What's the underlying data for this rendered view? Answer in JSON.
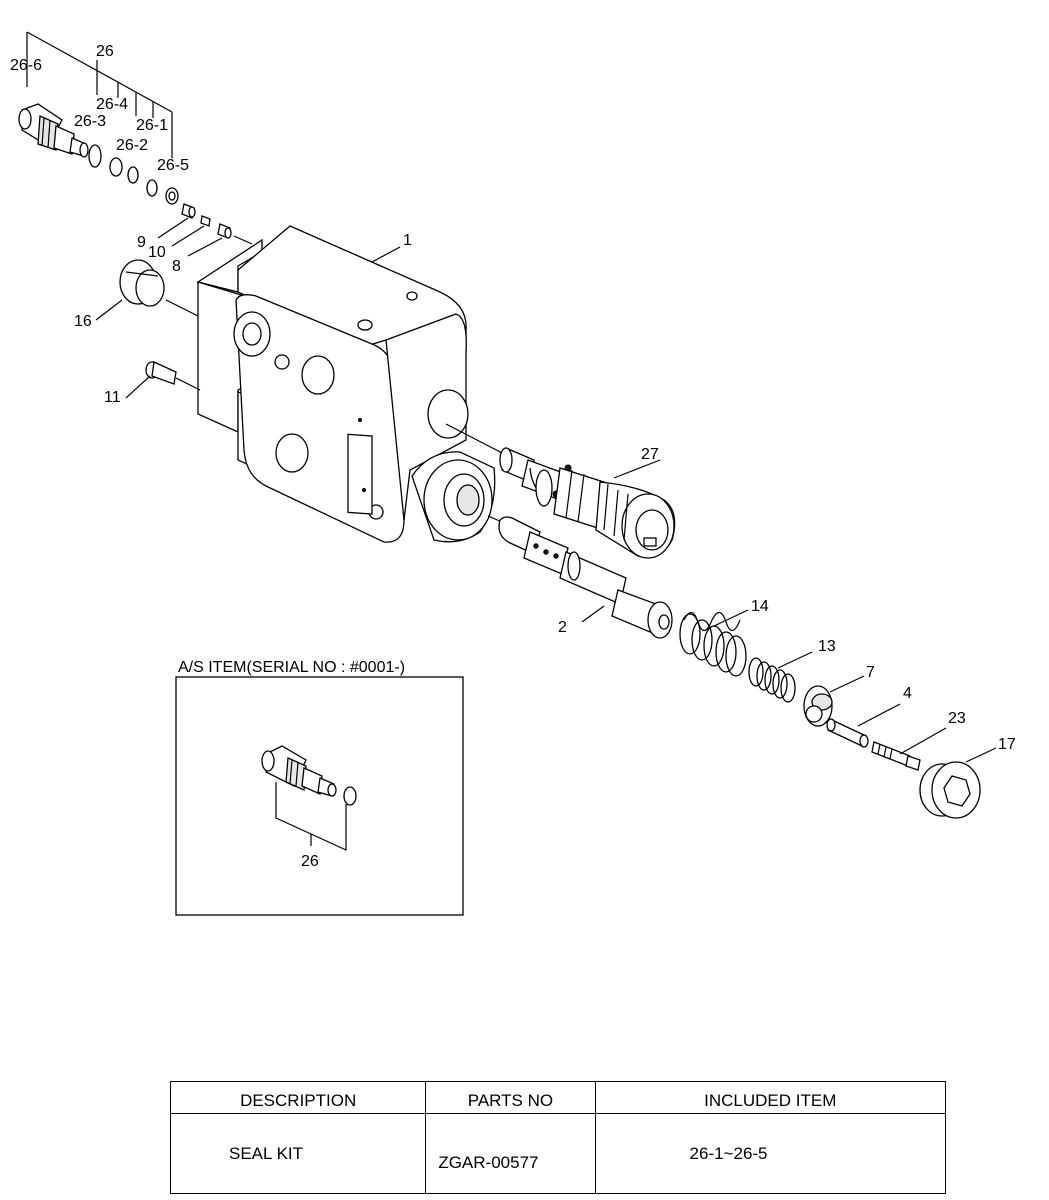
{
  "callouts": {
    "c26": "26",
    "c26_6": "26-6",
    "c26_4": "26-4",
    "c26_3": "26-3",
    "c26_1": "26-1",
    "c26_2": "26-2",
    "c26_5": "26-5",
    "c9": "9",
    "c10": "10",
    "c8": "8",
    "c1": "1",
    "c16": "16",
    "c11": "11",
    "c27": "27",
    "c2": "2",
    "c14": "14",
    "c13": "13",
    "c7": "7",
    "c4": "4",
    "c23": "23",
    "c17": "17"
  },
  "as_item": {
    "title": "A/S ITEM(SERIAL NO : #0001-)",
    "callout": "26"
  },
  "kit_table": {
    "headers": [
      "DESCRIPTION",
      "PARTS NO",
      "INCLUDED ITEM"
    ],
    "rows": [
      [
        "SEAL KIT",
        "ZGAR-00577",
        "26-1~26-5"
      ]
    ]
  }
}
